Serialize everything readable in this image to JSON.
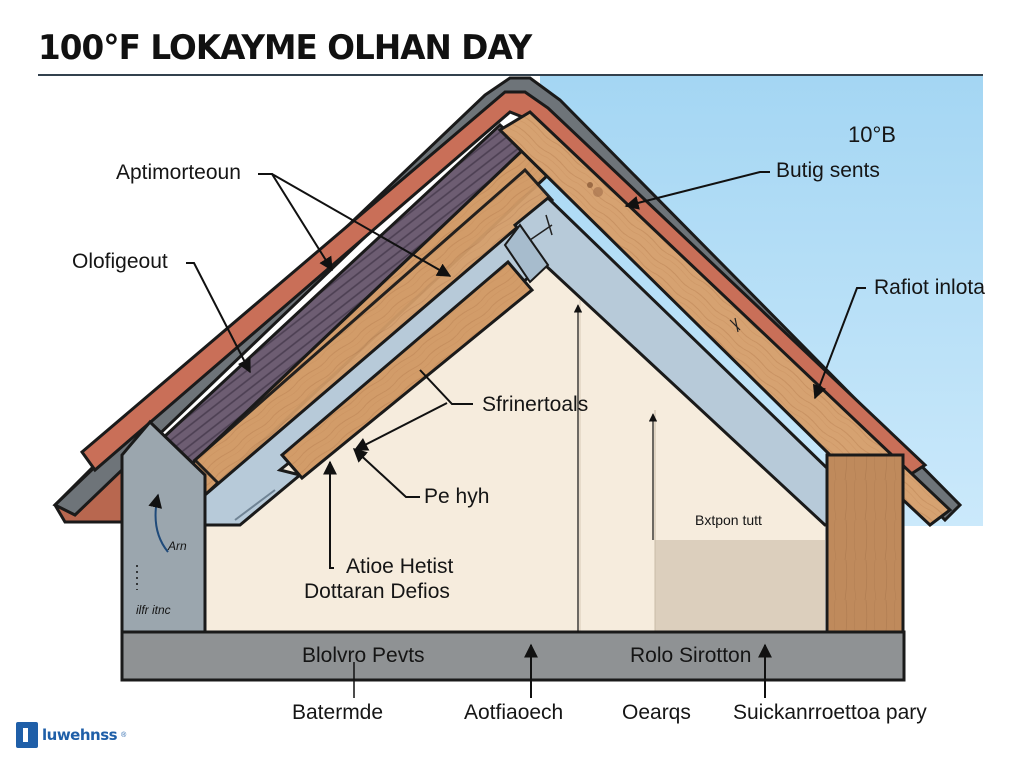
{
  "header": {
    "title": "100°F LOKAYME OLHAN DAY"
  },
  "corner_label": "10°B",
  "callouts": {
    "aptimorteoun": "Aptimorteoun",
    "olofigeout": "Olofigeout",
    "butig_sents": "Butig sents",
    "rafiot_inlota": "Rafiot inlota",
    "sfrinertoals": "Sfrinertoals",
    "pe_hyh": "Pe hyh",
    "atioe_hetist": "Atioe Hetist",
    "dottaran_defios": "Dottaran Defios",
    "bxtpon_tutt": "Bxtpon tutt",
    "eave_scribble_1": "Arn",
    "eave_scribble_2": "ilfr itnc"
  },
  "base_band": {
    "left_label": "Blolvro Pevts",
    "right_label": "Rolo Sirotton"
  },
  "bottom_labels": [
    "Batermde",
    "Aotfiaoech",
    "Oearqs",
    "Suickanrroettoa pary"
  ],
  "logo": {
    "text": "luwehnss",
    "reg_mark": "®"
  },
  "colors": {
    "sky": "#a9daf5",
    "shingle_red": "#c8705a",
    "shingle_purple": "#6e5f73",
    "wood": "#cf9a68",
    "wood_dark": "#b07a4f",
    "insulation_blue": "#b6cbdc",
    "attic_cream": "#f6ebdc",
    "wall_gray": "#9aa5ad",
    "base_gray": "#8f9294",
    "outline": "#1a1a1a"
  }
}
